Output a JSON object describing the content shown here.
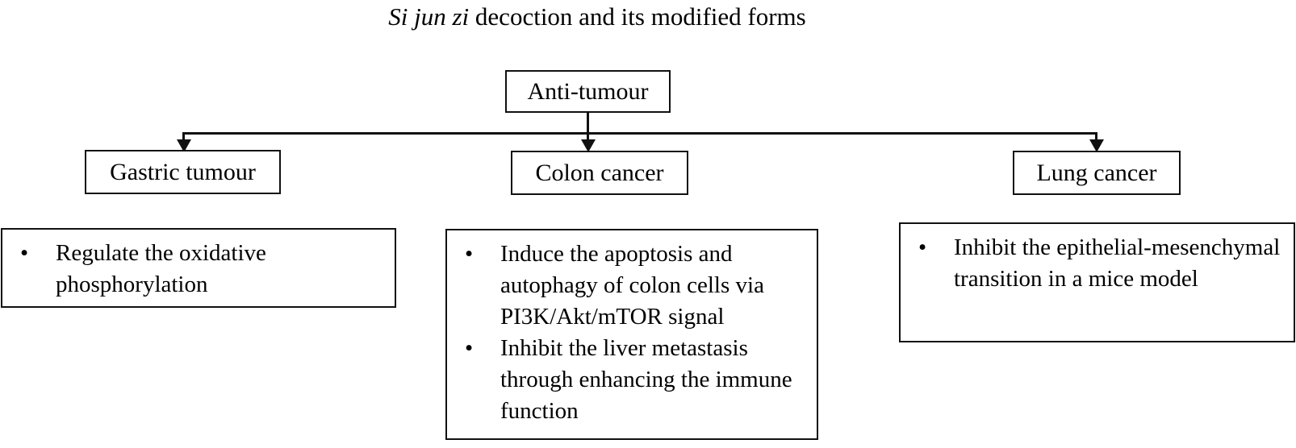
{
  "title": {
    "italic_part": "Si jun zi",
    "rest_part": " decoction and its modified forms"
  },
  "nodes": {
    "root": {
      "label": "Anti-tumour"
    },
    "gastric": {
      "label": "Gastric tumour"
    },
    "colon": {
      "label": "Colon cancer"
    },
    "lung": {
      "label": "Lung cancer"
    }
  },
  "details": {
    "gastric": {
      "bullets": [
        "Regulate the oxidative phosphorylation"
      ]
    },
    "colon": {
      "bullets": [
        "Induce the apoptosis and autophagy of colon cells via PI3K/Akt/mTOR signal",
        "Inhibit the liver metastasis through enhancing the immune function"
      ]
    },
    "lung": {
      "bullets": [
        "Inhibit the epithelial-mesenchymal transition in a mice model"
      ]
    }
  },
  "bullet_glyph": "•",
  "colors": {
    "stroke": "#111111",
    "background": "#ffffff",
    "text": "#000000"
  }
}
